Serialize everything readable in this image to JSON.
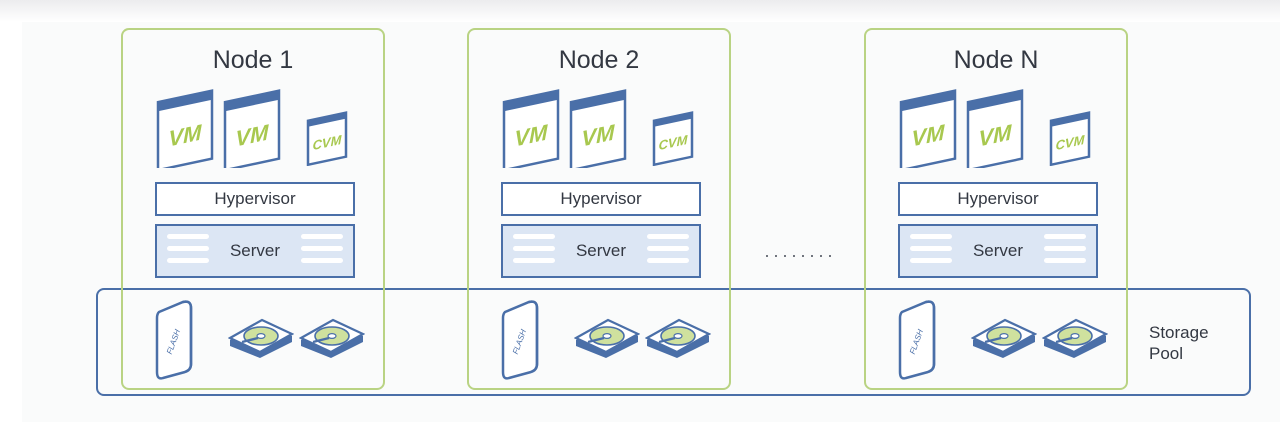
{
  "nodes": [
    {
      "title": "Node 1",
      "vms": [
        "VM",
        "VM"
      ],
      "cvm": "CVM",
      "hypervisor": "Hypervisor",
      "server": "Server",
      "flash": "FLASH"
    },
    {
      "title": "Node 2",
      "vms": [
        "VM",
        "VM"
      ],
      "cvm": "CVM",
      "hypervisor": "Hypervisor",
      "server": "Server",
      "flash": "FLASH"
    },
    {
      "title": "Node N",
      "vms": [
        "VM",
        "VM"
      ],
      "cvm": "CVM",
      "hypervisor": "Hypervisor",
      "server": "Server",
      "flash": "FLASH"
    }
  ],
  "ellipsis": "········",
  "storage_pool": {
    "line1": "Storage",
    "line2": "Pool"
  },
  "colors": {
    "node_border": "#b9d383",
    "blue": "#4a6fa8",
    "server_fill": "#dce6f4",
    "vm_green": "#a8c84f"
  }
}
